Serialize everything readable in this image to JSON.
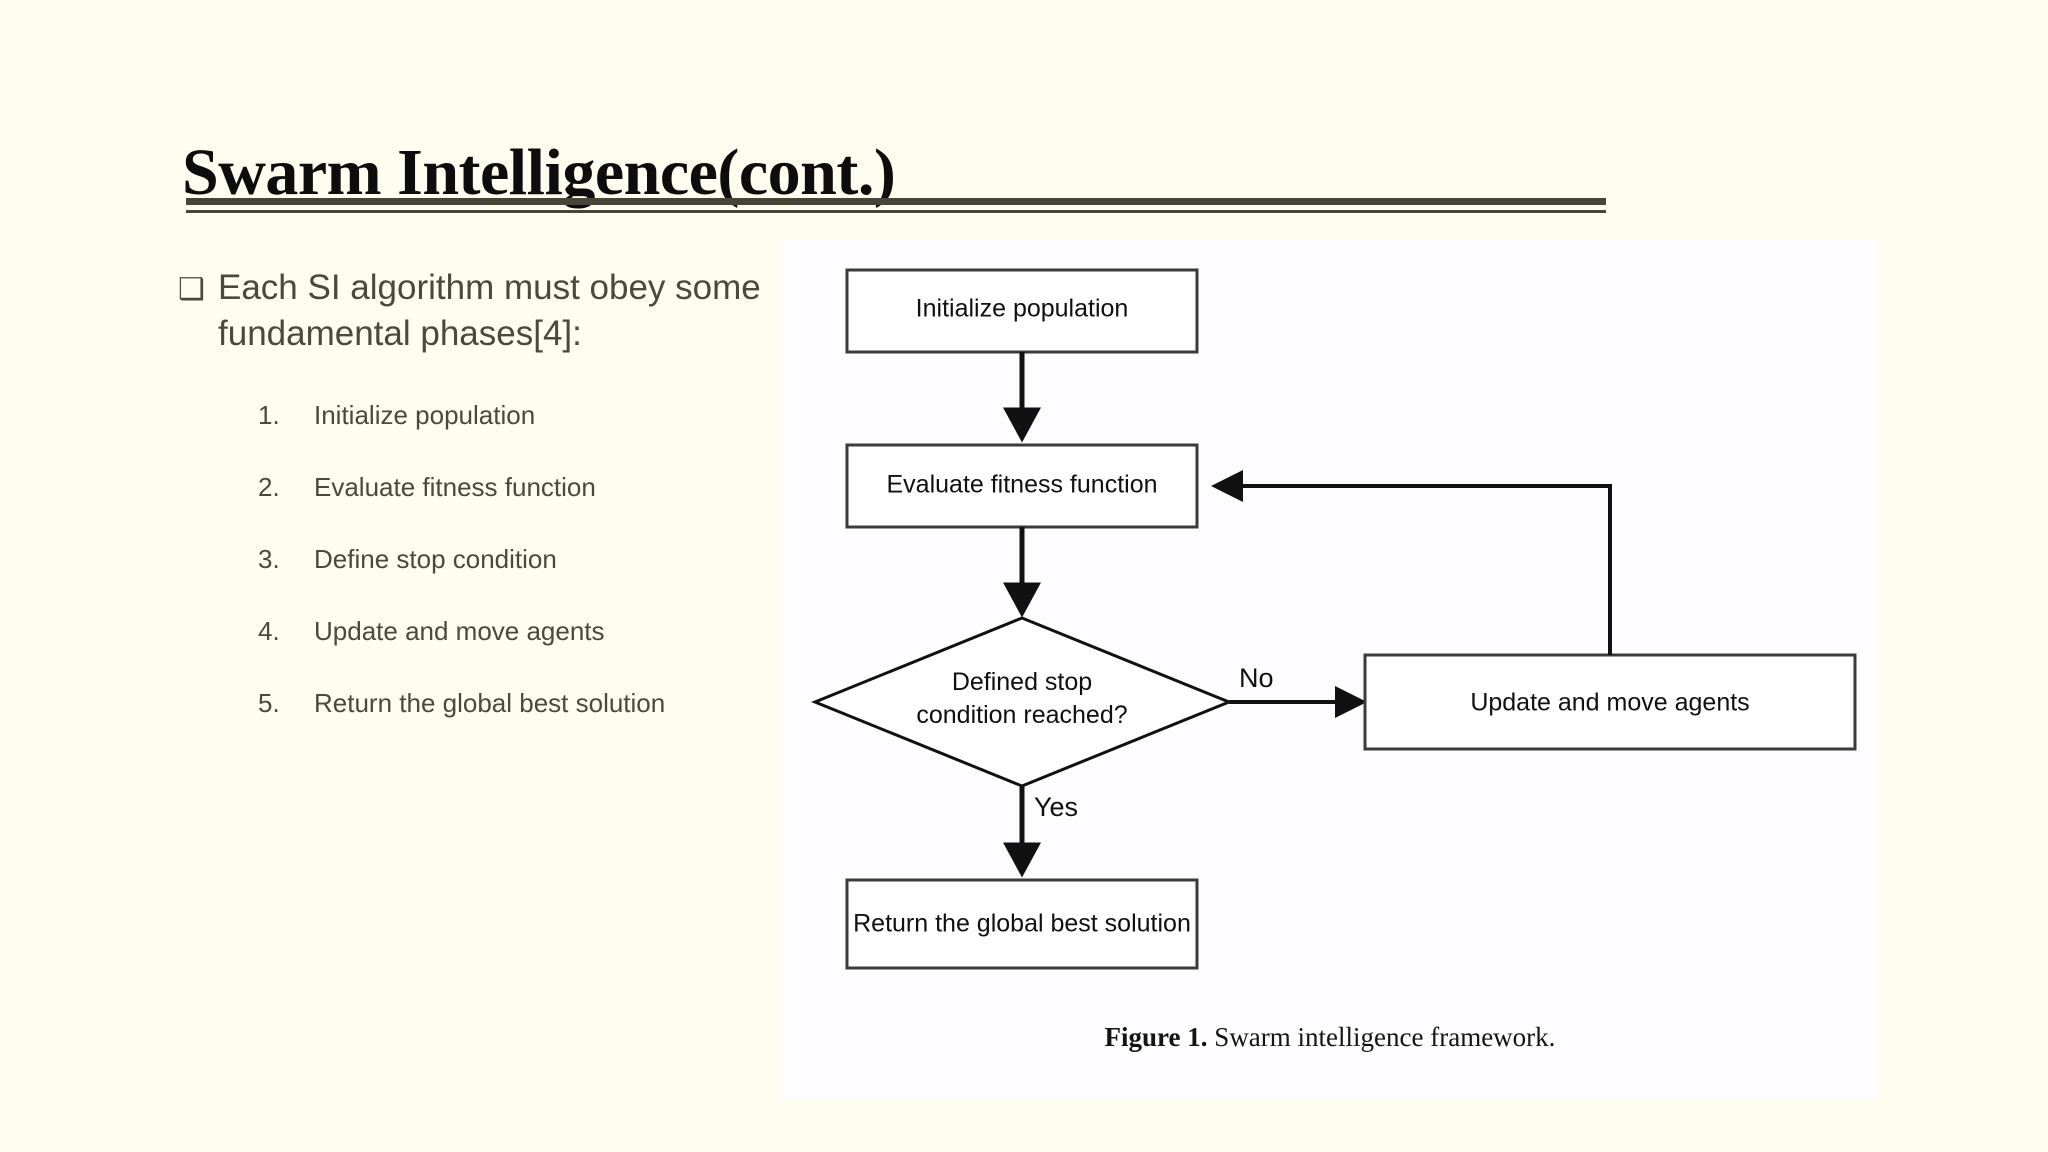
{
  "slide": {
    "title": "Swarm Intelligence(cont.)",
    "background_color": "#fdfdf0",
    "rule_color": "#474438",
    "text_color": "#4a4a3c"
  },
  "content": {
    "bullet_mark": "❑",
    "bullet_text": "Each SI algorithm must obey some fundamental phases[4]:",
    "steps": [
      {
        "index": "1.",
        "label": "Initialize population"
      },
      {
        "index": "2.",
        "label": "Evaluate fitness function"
      },
      {
        "index": "3.",
        "label": "Define stop condition"
      },
      {
        "index": "4.",
        "label": "Update and move agents"
      },
      {
        "index": "5.",
        "label": "Return the global best solution"
      }
    ]
  },
  "figure": {
    "caption_bold": "Figure 1.",
    "caption_text": " Swarm intelligence framework.",
    "nodes": {
      "initialize": "Initialize population",
      "evaluate": "Evaluate fitness function",
      "decision_line1": "Defined stop",
      "decision_line2": "condition reached?",
      "update": "Update and move agents",
      "return": "Return the global best solution"
    },
    "edge_labels": {
      "no": "No",
      "yes": "Yes"
    }
  }
}
